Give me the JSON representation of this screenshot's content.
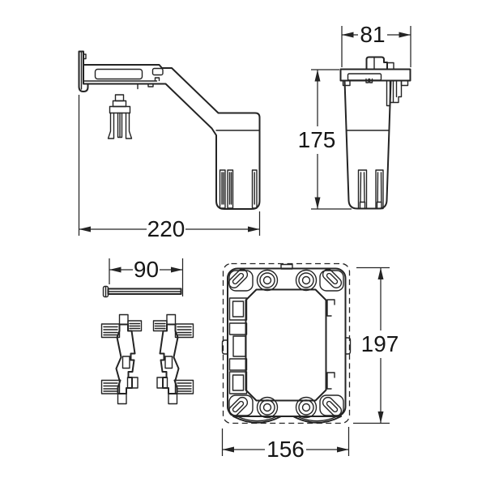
{
  "page": {
    "background": "#ffffff",
    "stroke_color": "#242424",
    "text_color": "#161616"
  },
  "dimensions": {
    "bracket_overall_width": {
      "label": "220"
    },
    "container_flange_width": {
      "label": "81"
    },
    "container_height": {
      "label": "175"
    },
    "rod_length": {
      "label": "90"
    },
    "frame_width": {
      "label": "156"
    },
    "frame_height": {
      "label": "197"
    }
  },
  "parts": {
    "side_view": "wall-bracket-with-container-side-view",
    "front_view": "container-front-view",
    "rod": "fixing-rod",
    "pin": "actuator-pin",
    "clips": "mounting-clips-pair",
    "frame": "mounting-frame-front-view"
  }
}
